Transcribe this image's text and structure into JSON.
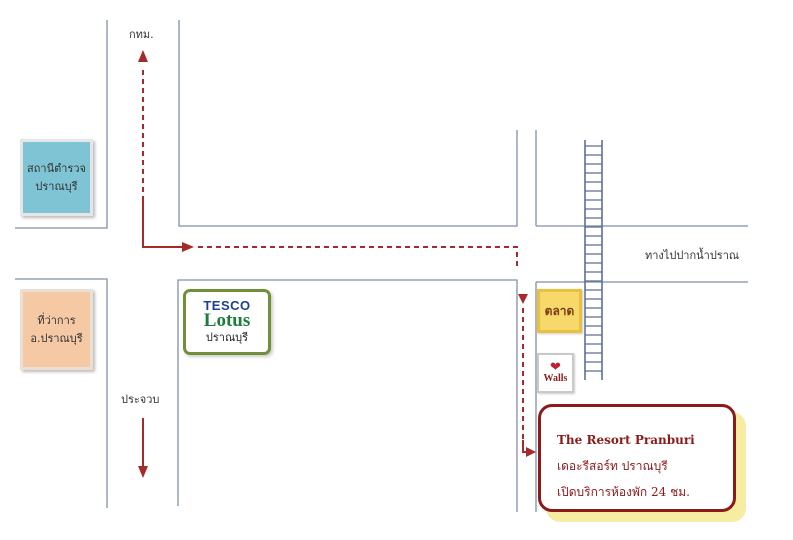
{
  "map": {
    "north_label": "กทม.",
    "south_label": "ประจวบ",
    "east_label": "ทางไปปากน้ำปราณ",
    "police_station": {
      "line1": "สถานีตำรวจ",
      "line2": "ปราณบุรี"
    },
    "district_office": {
      "line1": "ที่ว่าการ",
      "line2": "อ.ปราณบุรี"
    },
    "tesco": {
      "brand_top": "TESCO",
      "brand_bottom": "Lotus",
      "branch": "ปราณบุรี"
    },
    "market": {
      "label": "ตลาด"
    },
    "walls": {
      "logo_icon": "walls-heart-icon",
      "label": "Walls"
    },
    "resort": {
      "name_en": "The Resort Pranburi",
      "name_th": "เดอะรีสอร์ท ปราณบุรี",
      "hours": "เปิดบริการห้องพัก 24 ชม."
    }
  },
  "colors": {
    "road": "#7f8fa6",
    "route": "#a52a2a",
    "railway": "#5b6f95",
    "police_fill": "#7ec4d4",
    "district_fill": "#f5c9a4",
    "market_fill": "#f6d86b",
    "resort_border": "#8b1a1a"
  }
}
